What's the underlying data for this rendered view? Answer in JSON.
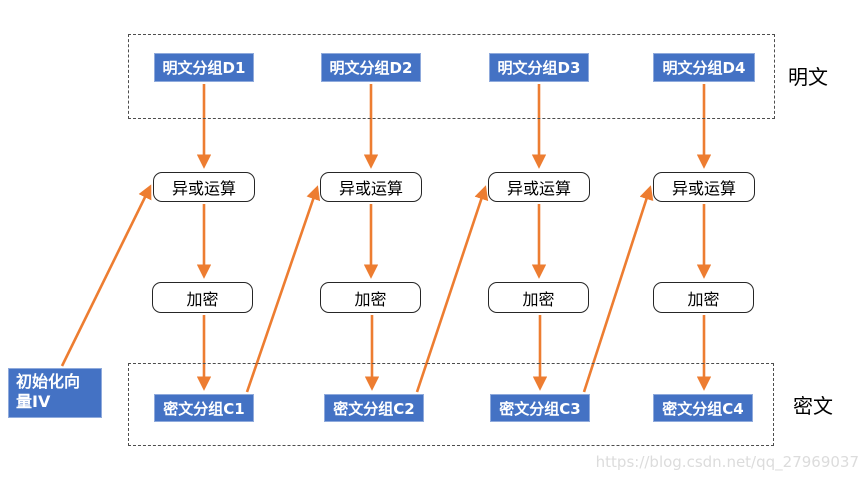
{
  "blocks": {
    "plaintext": [
      "明文分组D1",
      "明文分组D2",
      "明文分组D3",
      "明文分组D4"
    ],
    "ciphertext": [
      "密文分组C1",
      "密文分组C2",
      "密文分组C3",
      "密文分组C4"
    ]
  },
  "ops": {
    "xor": "异或运算",
    "encrypt": "加密"
  },
  "iv": {
    "label": "初始化向量IV"
  },
  "sections": {
    "plaintext": "明文",
    "ciphertext": "密文"
  },
  "watermark": {
    "text": "https://blog.csdn.net/qq_27969037"
  },
  "colors": {
    "block_fill": "#4472C4",
    "block_border": "#8FAADC",
    "arrow": "#ED7D31",
    "op_border": "#262626",
    "dashed_border": "#4D4D4D",
    "watermark": "#DCDCDC"
  }
}
